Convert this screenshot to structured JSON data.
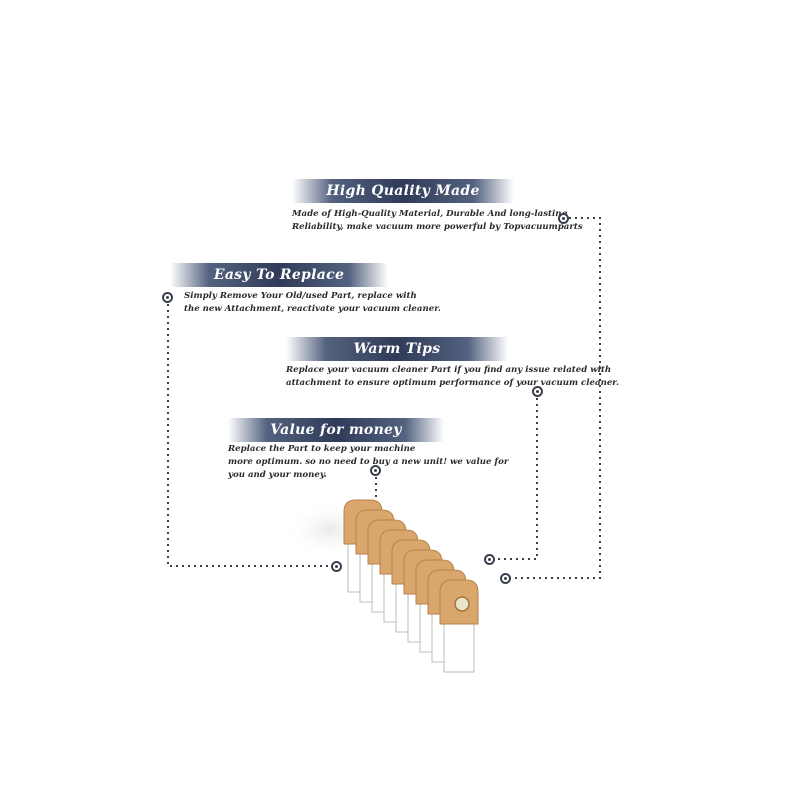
{
  "features": [
    {
      "title": "High Quality Made",
      "lines": [
        "Made of  High-Quality Material, Durable And long-lasting",
        "Reliability, make vacuum more powerful by Topvacuumparts"
      ]
    },
    {
      "title": "Easy To Replace",
      "lines": [
        "Simply Remove Your Old/used Part, replace with",
        "the new Attachment, reactivate your vacuum cleaner."
      ]
    },
    {
      "title": "Warm Tips",
      "lines": [
        "Replace your vacuum cleaner Part if you find any issue related with",
        "attachment to ensure optimum performance of your vacuum cleaner."
      ]
    },
    {
      "title": "Value for money",
      "lines": [
        "Replace the Part to keep your machine",
        "more optimum. so no need to buy a new unit! we value for",
        "you and your money."
      ]
    }
  ],
  "colors": {
    "banner": "#2f3b58",
    "line": "#3a3f4f",
    "collar": "#d9a66b",
    "bag": "#ffffff"
  },
  "product": {
    "count": 9,
    "icon": "vacuum-bag-icon"
  }
}
